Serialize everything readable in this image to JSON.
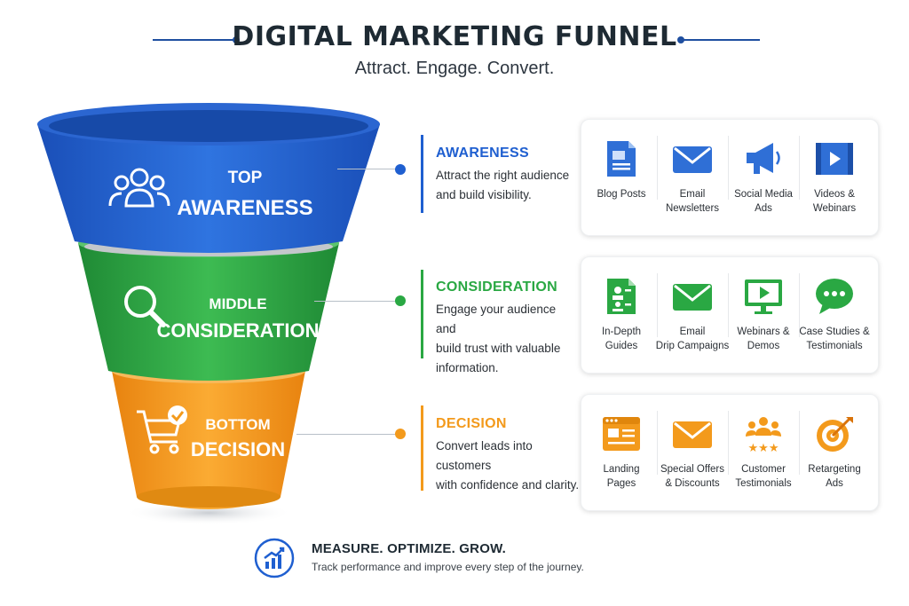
{
  "header": {
    "title": "DIGITAL MARKETING FUNNEL",
    "subtitle": "Attract. Engage. Convert."
  },
  "colors": {
    "blue": "#1f5fd0",
    "green": "#2aa843",
    "orange": "#f39a1c",
    "navy": "#1f4fa0"
  },
  "funnel": [
    {
      "level": "TOP",
      "stage": "AWARENESS",
      "icon": "users-icon"
    },
    {
      "level": "MIDDLE",
      "stage": "CONSIDERATION",
      "icon": "magnifier-icon"
    },
    {
      "level": "BOTTOM",
      "stage": "DECISION",
      "icon": "cart-check-icon"
    }
  ],
  "stages": [
    {
      "title": "AWARENESS",
      "description_lines": [
        "Attract the right audience",
        "and build visibility."
      ],
      "items": [
        {
          "lines": [
            "Blog Posts"
          ],
          "icon": "document-icon"
        },
        {
          "lines": [
            "Email",
            "Newsletters"
          ],
          "icon": "envelope-icon"
        },
        {
          "lines": [
            "Social Media",
            "Ads"
          ],
          "icon": "megaphone-icon"
        },
        {
          "lines": [
            "Videos &",
            "Webinars"
          ],
          "icon": "video-icon"
        }
      ]
    },
    {
      "title": "CONSIDERATION",
      "description_lines": [
        "Engage your audience and",
        "build trust with valuable",
        "information."
      ],
      "items": [
        {
          "lines": [
            "In-Depth",
            "Guides"
          ],
          "icon": "guide-icon"
        },
        {
          "lines": [
            "Email",
            "Drip Campaigns"
          ],
          "icon": "envelope-icon"
        },
        {
          "lines": [
            "Webinars &",
            "Demos"
          ],
          "icon": "monitor-play-icon"
        },
        {
          "lines": [
            "Case Studies &",
            "Testimonials"
          ],
          "icon": "chat-bubble-icon"
        }
      ]
    },
    {
      "title": "DECISION",
      "description_lines": [
        "Convert leads into customers",
        "with confidence and clarity."
      ],
      "items": [
        {
          "lines": [
            "Landing",
            "Pages"
          ],
          "icon": "landing-page-icon"
        },
        {
          "lines": [
            "Special Offers",
            "& Discounts"
          ],
          "icon": "envelope-icon"
        },
        {
          "lines": [
            "Customer",
            "Testimonials"
          ],
          "icon": "customers-stars-icon"
        },
        {
          "lines": [
            "Retargeting",
            "Ads"
          ],
          "icon": "target-icon"
        }
      ]
    }
  ],
  "footer": {
    "title": "MEASURE. OPTIMIZE. GROW.",
    "description": "Track performance and improve every step of the journey.",
    "icon": "growth-chart-icon"
  }
}
